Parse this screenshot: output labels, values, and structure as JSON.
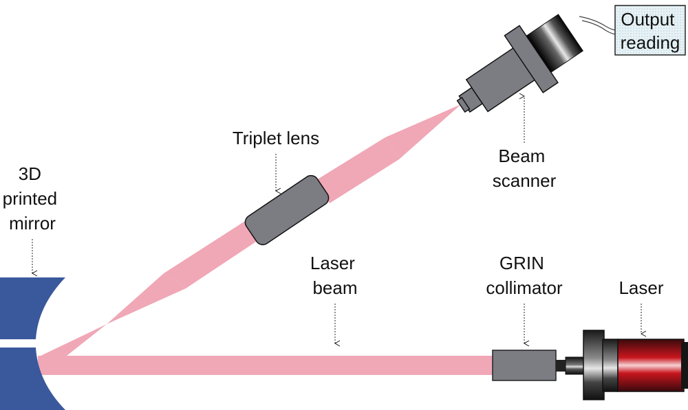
{
  "labels": {
    "mirror": [
      "3D",
      "printed",
      "mirror"
    ],
    "triplet_lens": "Triplet lens",
    "laser_beam": [
      "Laser",
      "beam"
    ],
    "grin_collimator": [
      "GRIN",
      "collimator"
    ],
    "laser": "Laser",
    "beam_scanner": [
      "Beam",
      "scanner"
    ],
    "output_reading": [
      "Output",
      "reading"
    ]
  },
  "colors": {
    "beam": "#f0a7b6",
    "mirror": "#3a589c",
    "component_gray": "#7c7d83",
    "laser_red": "#d8202a",
    "dark": "#111111"
  }
}
